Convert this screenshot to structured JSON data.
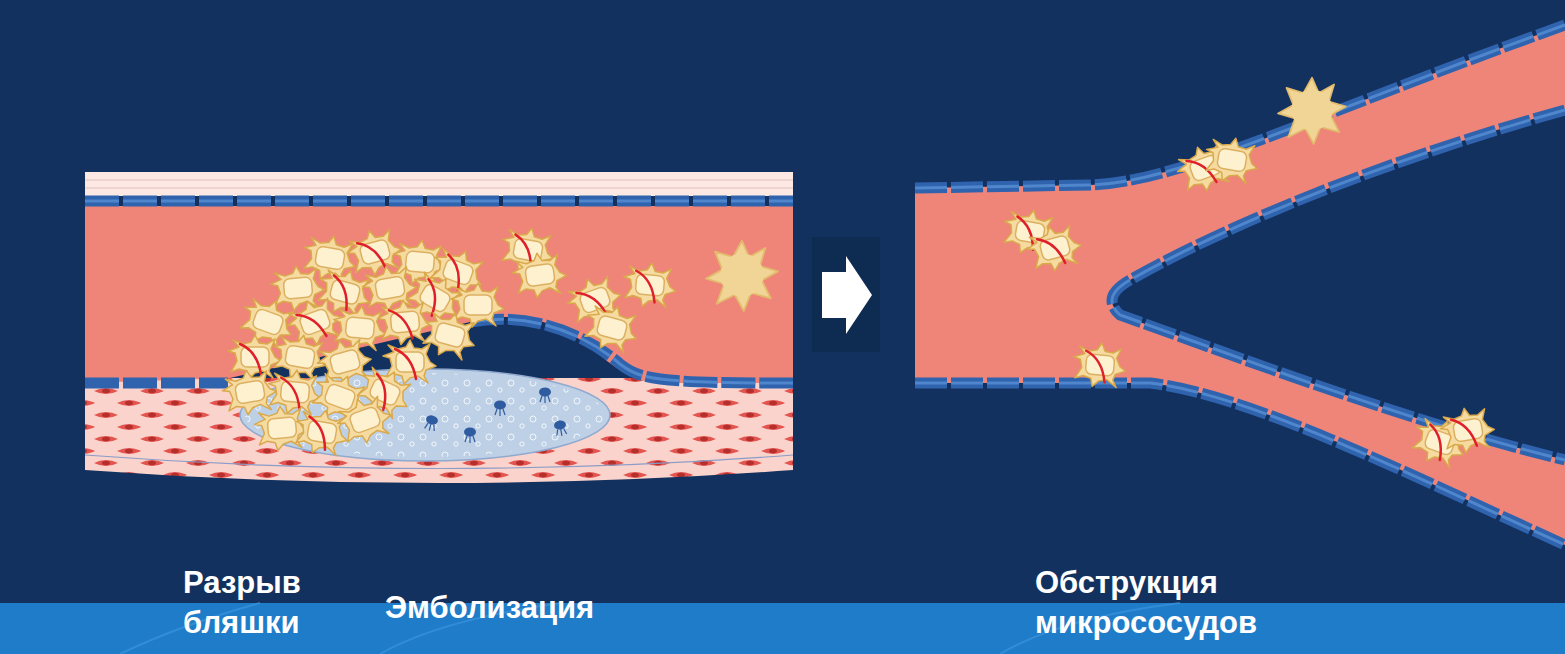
{
  "diagram": {
    "labels": [
      "Разрыв бляшки",
      "Эмболизация",
      "Обструкция микрососудов"
    ]
  }
}
